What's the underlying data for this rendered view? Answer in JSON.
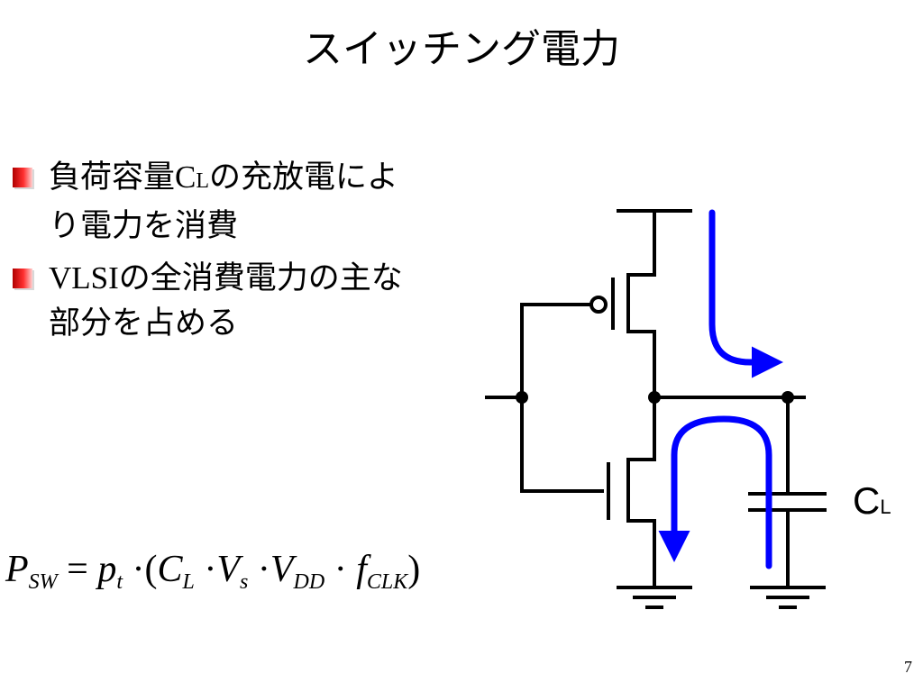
{
  "slide": {
    "title": "スイッチング電力",
    "page_number": "7"
  },
  "bullets": [
    {
      "line1_pre": "負荷容量",
      "line1_c": "C",
      "line1_l": "L",
      "line1_post": "の充放電によ",
      "line2": "り電力を消費"
    },
    {
      "line1_latin": "VLSI",
      "line1_post": "の全消費電力の主な",
      "line2": "部分を占める"
    }
  ],
  "formula": {
    "p": "P",
    "p_sub": "SW",
    "eq": "=",
    "pt": "p",
    "pt_sub": "t",
    "dot": "·",
    "lparen": "(",
    "c": "C",
    "c_sub": "L",
    "v": "V",
    "v_sub": "s",
    "vdd": "V",
    "vdd_sub": "DD",
    "f": "f",
    "f_sub": "CLK",
    "rparen": ")"
  },
  "circuit": {
    "label_c": "C",
    "label_l": "L",
    "wire_color": "#000000",
    "arrow_color": "#0000ff"
  }
}
